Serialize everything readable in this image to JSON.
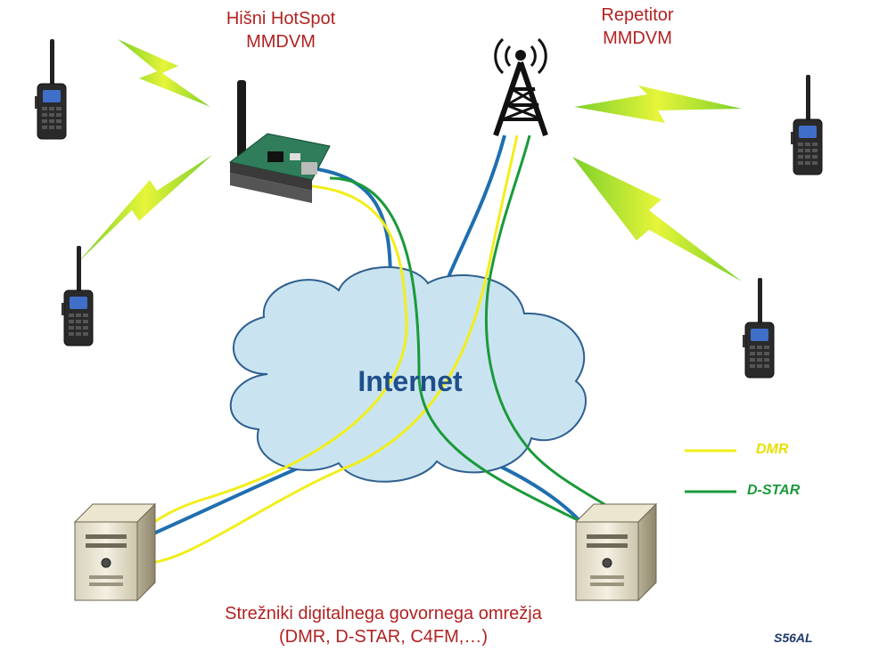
{
  "hotspot": {
    "title_line1": "Hišni HotSpot",
    "title_line2": "MMDVM"
  },
  "repeater": {
    "title_line1": "Repetitor",
    "title_line2": "MMDVM"
  },
  "cloud": {
    "label": "Internet"
  },
  "servers": {
    "caption_line1": "Strežniki digitalnega govornega omrežja",
    "caption_line2": "(DMR, D-STAR, C4FM,…)"
  },
  "legend": [
    {
      "label": "DMR",
      "color": "#f2ee1a"
    },
    {
      "label": "D-STAR",
      "color": "#1a9a3a"
    }
  ],
  "signature": "S56AL",
  "colors": {
    "network_link": "#1f6fb0",
    "dmr_link": "#f2ee1a",
    "dstar_link": "#1a9a3a",
    "cloud_fill": "#c9e4f0",
    "cloud_stroke": "#2f5f8f",
    "radio_signal": "#d8f020"
  },
  "icons": [
    "handheld-radio-icon",
    "hotspot-board-icon",
    "antenna-tower-icon",
    "server-icon",
    "lightning-signal-icon",
    "cloud-icon"
  ]
}
